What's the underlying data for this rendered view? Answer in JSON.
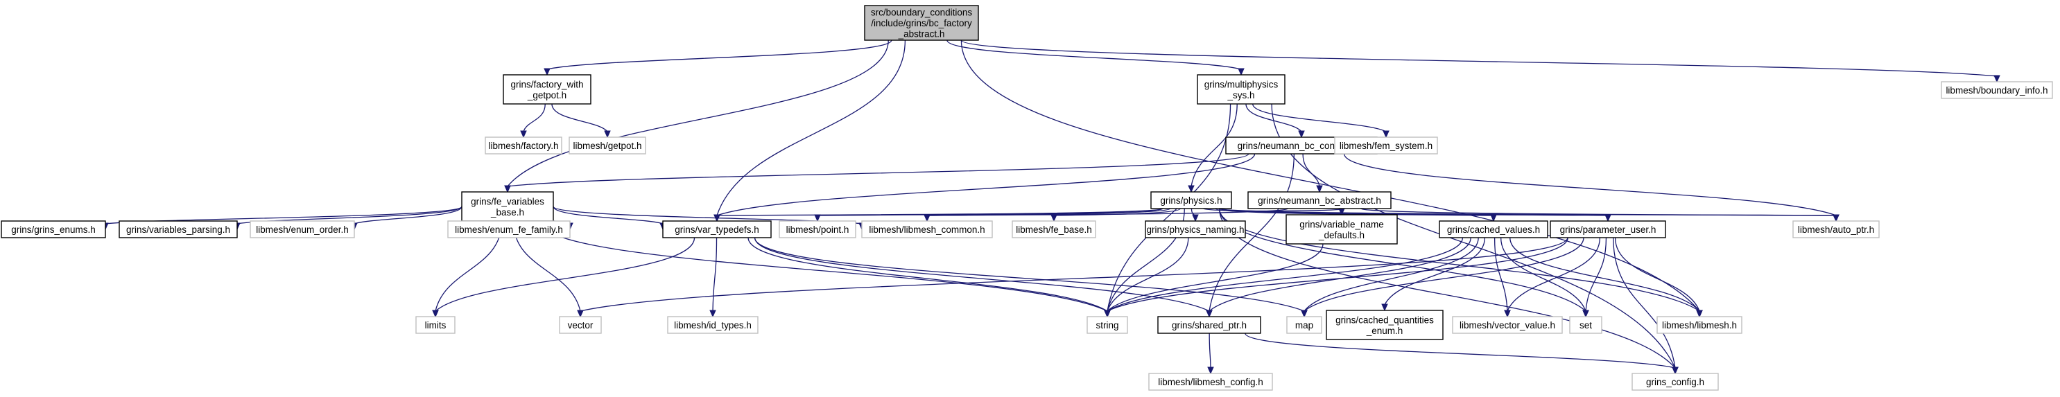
{
  "nodes": {
    "root": {
      "lines": [
        "src/boundary_conditions",
        "/include/grins/bc_factory",
        "_abstract.h"
      ],
      "kind": "root"
    },
    "factory_getpot": {
      "lines": [
        "grins/factory_with",
        "_getpot.h"
      ],
      "kind": "int"
    },
    "multiphysics": {
      "lines": [
        "grins/multiphysics",
        "_sys.h"
      ],
      "kind": "int"
    },
    "boundary_info": {
      "lines": [
        "libmesh/boundary_info.h"
      ],
      "kind": "ext"
    },
    "factory": {
      "lines": [
        "libmesh/factory.h"
      ],
      "kind": "ext"
    },
    "getpot": {
      "lines": [
        "libmesh/getpot.h"
      ],
      "kind": "ext"
    },
    "neumann_container": {
      "lines": [
        "grins/neumann_bc_container.h"
      ],
      "kind": "int"
    },
    "fem_system": {
      "lines": [
        "libmesh/fem_system.h"
      ],
      "kind": "ext"
    },
    "fe_variables": {
      "lines": [
        "grins/fe_variables",
        "_base.h"
      ],
      "kind": "int"
    },
    "physics": {
      "lines": [
        "grins/physics.h"
      ],
      "kind": "int"
    },
    "neumann_abstract": {
      "lines": [
        "grins/neumann_bc_abstract.h"
      ],
      "kind": "int"
    },
    "auto_ptr": {
      "lines": [
        "libmesh/auto_ptr.h"
      ],
      "kind": "ext"
    },
    "grins_enums": {
      "lines": [
        "grins/grins_enums.h"
      ],
      "kind": "int"
    },
    "variables_parsing": {
      "lines": [
        "grins/variables_parsing.h"
      ],
      "kind": "int"
    },
    "enum_order": {
      "lines": [
        "libmesh/enum_order.h"
      ],
      "kind": "ext"
    },
    "enum_fe_family": {
      "lines": [
        "libmesh/enum_fe_family.h"
      ],
      "kind": "ext"
    },
    "var_typedefs": {
      "lines": [
        "grins/var_typedefs.h"
      ],
      "kind": "int"
    },
    "point": {
      "lines": [
        "libmesh/point.h"
      ],
      "kind": "ext"
    },
    "libmesh_common": {
      "lines": [
        "libmesh/libmesh_common.h"
      ],
      "kind": "ext"
    },
    "fe_base": {
      "lines": [
        "libmesh/fe_base.h"
      ],
      "kind": "ext"
    },
    "physics_naming": {
      "lines": [
        "grins/physics_naming.h"
      ],
      "kind": "int"
    },
    "variable_name_defaults": {
      "lines": [
        "grins/variable_name",
        "_defaults.h"
      ],
      "kind": "int"
    },
    "cached_values": {
      "lines": [
        "grins/cached_values.h"
      ],
      "kind": "int"
    },
    "parameter_user": {
      "lines": [
        "grins/parameter_user.h"
      ],
      "kind": "int"
    },
    "limits": {
      "lines": [
        "limits"
      ],
      "kind": "ext"
    },
    "vector": {
      "lines": [
        "vector"
      ],
      "kind": "ext"
    },
    "id_types": {
      "lines": [
        "libmesh/id_types.h"
      ],
      "kind": "ext"
    },
    "string": {
      "lines": [
        "string"
      ],
      "kind": "ext"
    },
    "shared_ptr": {
      "lines": [
        "grins/shared_ptr.h"
      ],
      "kind": "int"
    },
    "map": {
      "lines": [
        "map"
      ],
      "kind": "ext"
    },
    "cached_quantities": {
      "lines": [
        "grins/cached_quantities",
        "_enum.h"
      ],
      "kind": "int"
    },
    "vector_value": {
      "lines": [
        "libmesh/vector_value.h"
      ],
      "kind": "ext"
    },
    "set": {
      "lines": [
        "set"
      ],
      "kind": "ext"
    },
    "libmesh": {
      "lines": [
        "libmesh/libmesh.h"
      ],
      "kind": "ext"
    },
    "libmesh_config": {
      "lines": [
        "libmesh/libmesh_config.h"
      ],
      "kind": "ext"
    },
    "grins_config": {
      "lines": [
        "grins_config.h"
      ],
      "kind": "ext"
    }
  },
  "edges": [
    [
      "root",
      "factory_getpot"
    ],
    [
      "root",
      "multiphysics"
    ],
    [
      "root",
      "boundary_info"
    ],
    [
      "root",
      "fe_variables"
    ],
    [
      "root",
      "var_typedefs"
    ],
    [
      "root",
      "libmesh"
    ],
    [
      "factory_getpot",
      "factory"
    ],
    [
      "factory_getpot",
      "getpot"
    ],
    [
      "multiphysics",
      "neumann_container"
    ],
    [
      "multiphysics",
      "fem_system"
    ],
    [
      "multiphysics",
      "physics"
    ],
    [
      "multiphysics",
      "string"
    ],
    [
      "multiphysics",
      "grins_config"
    ],
    [
      "neumann_container",
      "fe_variables"
    ],
    [
      "neumann_container",
      "neumann_abstract"
    ],
    [
      "neumann_container",
      "var_typedefs"
    ],
    [
      "neumann_container",
      "shared_ptr"
    ],
    [
      "neumann_container",
      "auto_ptr"
    ],
    [
      "fe_variables",
      "grins_enums"
    ],
    [
      "fe_variables",
      "variables_parsing"
    ],
    [
      "fe_variables",
      "enum_order"
    ],
    [
      "fe_variables",
      "enum_fe_family"
    ],
    [
      "fe_variables",
      "var_typedefs"
    ],
    [
      "fe_variables",
      "libmesh_common"
    ],
    [
      "fe_variables",
      "limits"
    ],
    [
      "fe_variables",
      "vector"
    ],
    [
      "fe_variables",
      "string"
    ],
    [
      "physics",
      "var_typedefs"
    ],
    [
      "physics",
      "point"
    ],
    [
      "physics",
      "libmesh_common"
    ],
    [
      "physics",
      "fe_base"
    ],
    [
      "physics",
      "physics_naming"
    ],
    [
      "physics",
      "variable_name_defaults"
    ],
    [
      "physics",
      "cached_values"
    ],
    [
      "physics",
      "parameter_user"
    ],
    [
      "physics",
      "string"
    ],
    [
      "physics",
      "set"
    ],
    [
      "physics",
      "libmesh"
    ],
    [
      "physics",
      "grins_config"
    ],
    [
      "physics",
      "auto_ptr"
    ],
    [
      "neumann_abstract",
      "libmesh_common"
    ],
    [
      "neumann_abstract",
      "auto_ptr"
    ],
    [
      "var_typedefs",
      "limits"
    ],
    [
      "var_typedefs",
      "id_types"
    ],
    [
      "var_typedefs",
      "string"
    ],
    [
      "var_typedefs",
      "map"
    ],
    [
      "var_typedefs",
      "shared_ptr"
    ],
    [
      "physics_naming",
      "string"
    ],
    [
      "variable_name_defaults",
      "string"
    ],
    [
      "cached_values",
      "string"
    ],
    [
      "cached_values",
      "map"
    ],
    [
      "cached_values",
      "cached_quantities"
    ],
    [
      "cached_values",
      "vector_value"
    ],
    [
      "cached_values",
      "set"
    ],
    [
      "cached_values",
      "libmesh"
    ],
    [
      "cached_values",
      "shared_ptr"
    ],
    [
      "parameter_user",
      "string"
    ],
    [
      "parameter_user",
      "map"
    ],
    [
      "parameter_user",
      "vector_value"
    ],
    [
      "parameter_user",
      "set"
    ],
    [
      "parameter_user",
      "libmesh"
    ],
    [
      "parameter_user",
      "grins_config"
    ],
    [
      "parameter_user",
      "vector"
    ],
    [
      "shared_ptr",
      "libmesh_config"
    ],
    [
      "shared_ptr",
      "grins_config"
    ]
  ]
}
